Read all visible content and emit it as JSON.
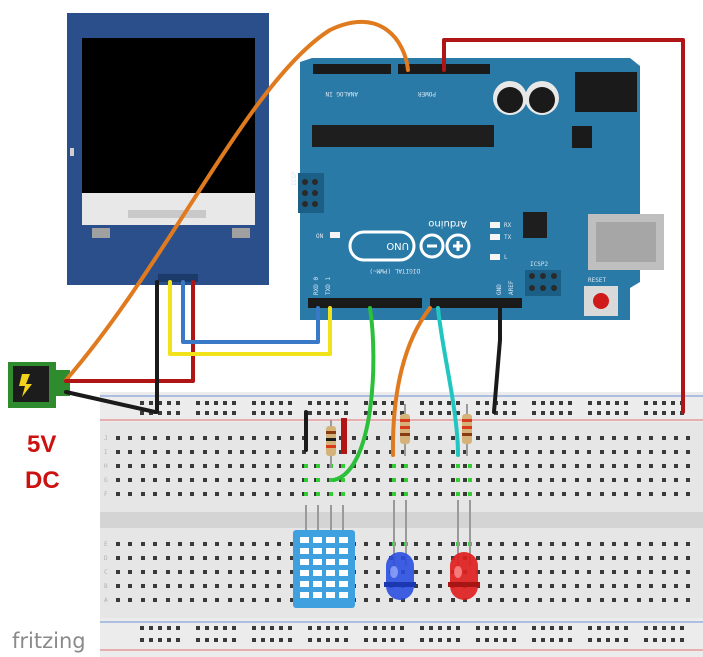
{
  "diagram": {
    "power_label_line1": "5V",
    "power_label_line2": "DC",
    "watermark": "fritzing",
    "board": {
      "brand": "Arduino",
      "model": "UNO",
      "header_analog": "ANALOG IN",
      "header_power": "POWER",
      "header_digital": "DIGITAL (PWM~)",
      "label_icsp": "ICSP",
      "label_icsp2": "ICSP2",
      "label_reset": "RESET",
      "label_on": "ON",
      "label_tx": "TX",
      "label_rx": "RX",
      "label_l": "L",
      "label_aref": "AREF",
      "label_gnd": "GND",
      "label_txd": "TXD 1",
      "label_rxd": "RXD 0"
    },
    "colors": {
      "board": "#2a7aa8",
      "board_dark": "#1c5f86",
      "lcd_frame": "#2b4f8a",
      "wire_orange": "#e07a1f",
      "wire_red": "#b01515",
      "wire_black": "#1a1a1a",
      "wire_yellow": "#f2e21a",
      "wire_blue": "#3a78c8",
      "wire_green": "#2bbf3a",
      "wire_cyan": "#22c6c0",
      "sensor": "#3fa0e0",
      "led_blue": "#2a4fe0",
      "led_red": "#e02020",
      "barrel_jack": "#2e8b2e"
    }
  }
}
